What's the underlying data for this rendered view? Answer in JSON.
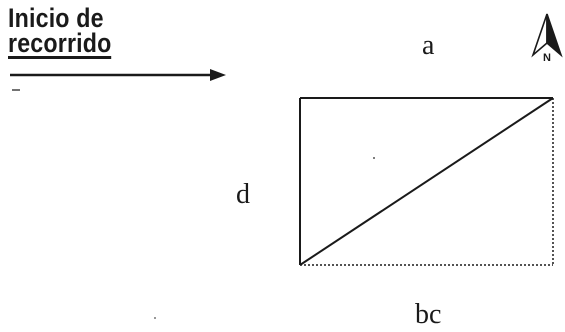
{
  "heading": {
    "line1": "Inicio de",
    "line2": "recorrido"
  },
  "labels": {
    "top": "a",
    "left": "d",
    "bottom": "bc"
  },
  "north_arrow": {
    "icon": "north-arrow-icon",
    "letter": "N"
  }
}
